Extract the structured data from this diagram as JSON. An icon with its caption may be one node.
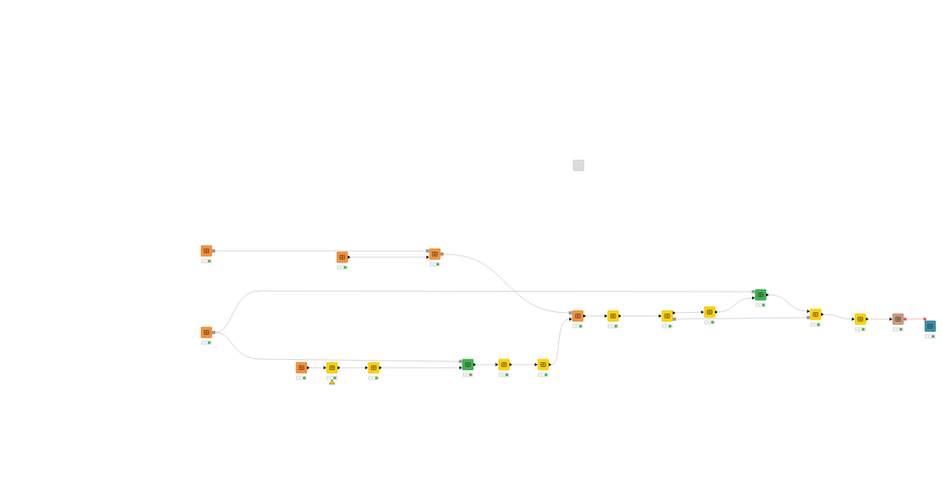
{
  "diagram": {
    "nodes": [
      {
        "text": [],
        "shape": "box"
      },
      {
        "text": [],
        "shape": "box"
      },
      {
        "text": [],
        "shape": "box"
      },
      {
        "text": [],
        "shape": "box"
      },
      {
        "text": [],
        "shape": "box"
      },
      {
        "text": [],
        "shape": "box"
      },
      {
        "text": [],
        "shape": "box"
      },
      {
        "text": [],
        "shape": "box"
      },
      {
        "text": [],
        "shape": "box"
      },
      {
        "text": [],
        "shape": "box"
      },
      {
        "text": [],
        "shape": "box"
      },
      {
        "text": [],
        "shape": "box"
      },
      {
        "text": [],
        "shape": "box"
      },
      {
        "text": [],
        "shape": "box"
      },
      {
        "text": [],
        "shape": "box"
      },
      {
        "text": [],
        "shape": "box"
      },
      {
        "text": [],
        "shape": "box"
      },
      {
        "text": [],
        "shape": "box"
      },
      {
        "text": [],
        "shape": "box"
      },
      {
        "text": [],
        "shape": "box"
      }
    ],
    "edges": [
      {
        "from": 1,
        "to": 3,
        "arrow": "other"
      },
      {
        "from": 2,
        "to": 3,
        "arrow": "to"
      },
      {
        "from": 4,
        "to": 15,
        "arrow": "other"
      },
      {
        "from": 4,
        "to": 8,
        "arrow": "other"
      },
      {
        "from": 3,
        "to": 11,
        "arrow": "other"
      },
      {
        "from": 5,
        "to": 6,
        "arrow": "to"
      },
      {
        "from": 6,
        "to": 7,
        "arrow": "to"
      },
      {
        "from": 7,
        "to": 8,
        "arrow": "to"
      },
      {
        "from": 8,
        "to": 9,
        "arrow": "to"
      },
      {
        "from": 9,
        "to": 10,
        "arrow": "to"
      },
      {
        "from": 10,
        "to": 11,
        "arrow": "to"
      },
      {
        "from": 11,
        "to": 12,
        "arrow": "to"
      },
      {
        "from": 12,
        "to": 13,
        "arrow": "to"
      },
      {
        "from": 13,
        "to": 14,
        "arrow": "to"
      },
      {
        "from": 14,
        "to": 15,
        "arrow": "to"
      },
      {
        "from": 15,
        "to": 16,
        "arrow": "to"
      },
      {
        "from": 13,
        "to": 16,
        "arrow": "other"
      },
      {
        "from": 16,
        "to": 17,
        "arrow": "to"
      },
      {
        "from": 17,
        "to": 18,
        "arrow": "to"
      },
      {
        "from": 18,
        "to": 19,
        "arrow": "none",
        "color": "#f26b6b"
      }
    ]
  }
}
